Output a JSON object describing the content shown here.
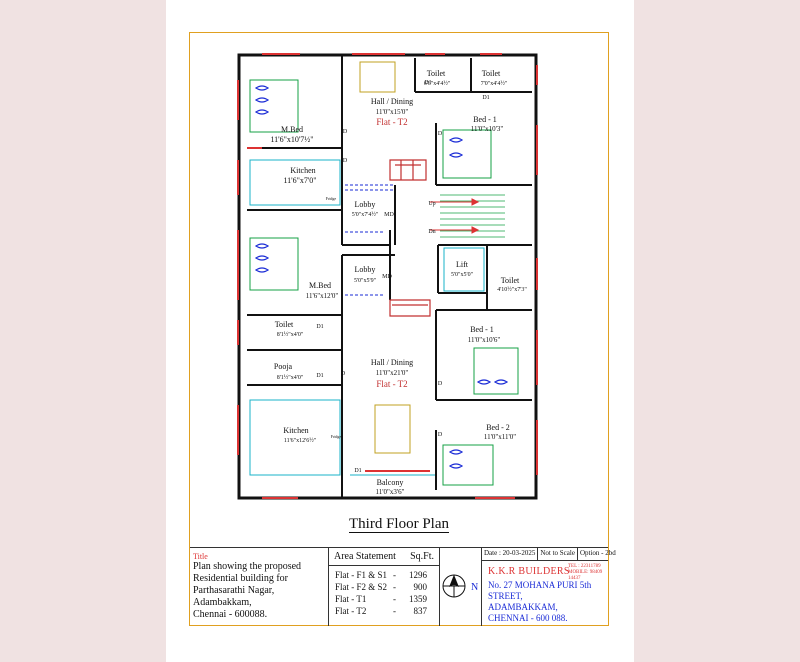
{
  "rooms": {
    "mbed1_name": "M.Bed",
    "mbed1_size": "11'6\"x10'7½\"",
    "kitchen1_name": "Kitchen",
    "kitchen1_size": "11'6\"x7'0\"",
    "toilet_a_name": "Toilet",
    "toilet_a_size": "6'6\"x4'4½\"",
    "toilet_b_name": "Toilet",
    "toilet_b_size": "7'0\"x4'4½\"",
    "hall1_name": "Hall / Dining",
    "hall1_size": "11'0\"x15'0\"",
    "flat_tag1": "Flat - T2",
    "bed1a_name": "Bed - 1",
    "bed1a_size": "11'0\"x10'3\"",
    "lobby1_name": "Lobby",
    "lobby1_size": "5'0\"x7'4½\"",
    "md1": "MD",
    "up": "Up",
    "dn": "Dn",
    "mbed2_name": "M.Bed",
    "mbed2_size": "11'6\"x12'0\"",
    "lobby2_name": "Lobby",
    "lobby2_size": "5'0\"x5'9\"",
    "md2": "MD",
    "lift_name": "Lift",
    "lift_size": "5'0\"x5'0\"",
    "toilet_c_name": "Toilet",
    "toilet_c_size": "4'10½\"x7'3\"",
    "toilet_d_name": "Toilet",
    "toilet_d_size": "8'1½\"x4'0\"",
    "bed1b_name": "Bed - 1",
    "bed1b_size": "11'0\"x10'6\"",
    "hall2_name": "Hall / Dining",
    "hall2_size": "11'0\"x21'0\"",
    "flat_tag2": "Flat - T2",
    "pooja_name": "Pooja",
    "pooja_size": "8'1½\"x4'0\"",
    "kitchen2_name": "Kitchen",
    "kitchen2_size": "11'6\"x12'6½\"",
    "bed2_name": "Bed - 2",
    "bed2_size": "11'0\"x11'0\"",
    "balcony_name": "Balcony",
    "balcony_size": "11'0\"x3'6\"",
    "d": "D",
    "d1": "D1",
    "fridge": "Fridge"
  },
  "plan_title": "Third Floor Plan",
  "title_block": {
    "title_label": "Title",
    "title_lines": [
      "Plan showing the proposed",
      "Residential building for",
      "Parthasarathi Nagar,",
      "Adambakkam,",
      "Chennai - 600088."
    ],
    "area_head": "Area Statement",
    "area_unit": "Sq.Ft.",
    "area_rows": [
      {
        "name": "Flat - F1  & S1",
        "value": "1296"
      },
      {
        "name": "Flat - F2  & S2",
        "value": "900"
      },
      {
        "name": "Flat - T1",
        "value": "1359"
      },
      {
        "name": "Flat - T2",
        "value": "837"
      }
    ],
    "north": "N",
    "date": "Date : 20-03-2025",
    "scale": "Not to Scale",
    "option": "Option - 2bd",
    "builder": "K.K.R  BUILDERS",
    "tel": "TEL  : 22311789",
    "mobile": "MOBILE: 98409 14437",
    "address": [
      "No. 27 MOHANA PURI  5th  STREET,",
      "ADAMBAKKAM,",
      "CHENNAI - 600 088."
    ]
  },
  "colors": {
    "wall": "#111111",
    "window": "#d33333",
    "furniture_red": "#c23030",
    "accent_blue": "#1a2bd6",
    "fixture_green": "#14a045",
    "frame": "#e0a020"
  }
}
